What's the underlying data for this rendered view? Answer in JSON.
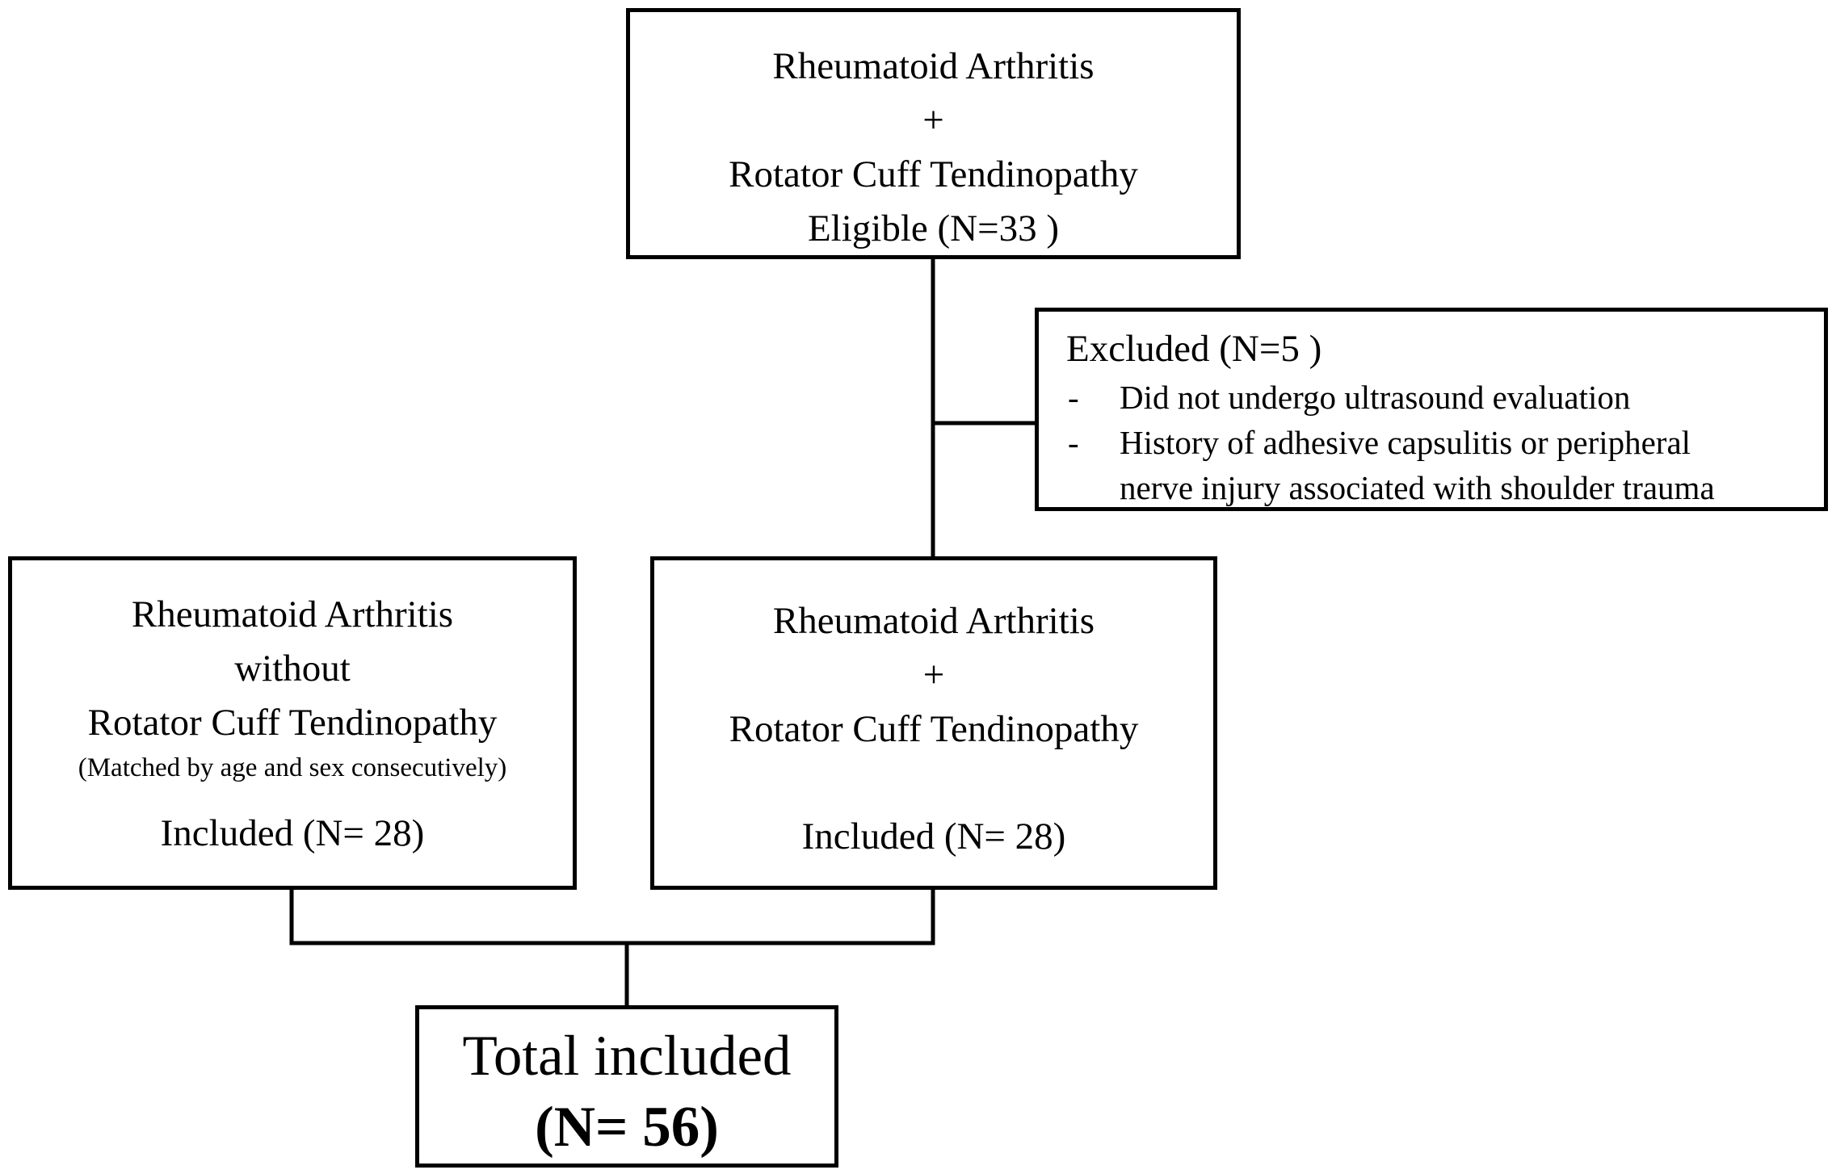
{
  "eligible": {
    "line1": "Rheumatoid Arthritis",
    "line2": "+",
    "line3": "Rotator Cuff Tendinopathy",
    "line4": "Eligible (N=33 )"
  },
  "excluded": {
    "title": "Excluded (N=5 )",
    "items": [
      {
        "dash": "-",
        "lines": [
          "Did not undergo ultrasound evaluation"
        ]
      },
      {
        "dash": "-",
        "lines": [
          "History of adhesive capsulitis or peripheral",
          "nerve injury associated with shoulder trauma"
        ]
      }
    ]
  },
  "without_group": {
    "line1": "Rheumatoid Arthritis",
    "line2": "without",
    "line3": "Rotator Cuff Tendinopathy",
    "note": "(Matched by age and sex consecutively)",
    "included": "Included (N= 28)"
  },
  "with_group": {
    "line1": "Rheumatoid Arthritis",
    "line2": "+",
    "line3": "Rotator Cuff Tendinopathy",
    "included": "Included (N= 28)"
  },
  "total": {
    "label": "Total included",
    "count": "(N= 56)"
  }
}
